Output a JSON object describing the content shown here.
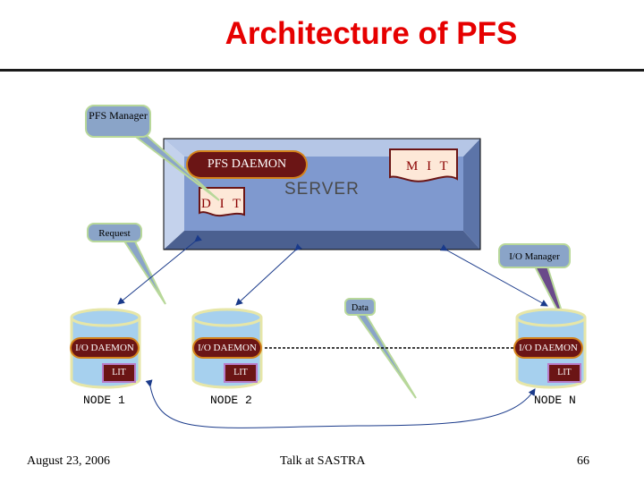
{
  "title": "Architecture of PFS",
  "callouts": {
    "pfs_manager": "PFS Manager",
    "request": "Request",
    "io_manager": "I/O Manager",
    "data": "Data"
  },
  "server": {
    "label": "SERVER",
    "pfs_daemon": "PFS DAEMON",
    "mit": "M I T",
    "dit": "D I T"
  },
  "nodes": [
    {
      "daemon": "I/O DAEMON",
      "lit": "LIT",
      "label": "NODE 1"
    },
    {
      "daemon": "I/O DAEMON",
      "lit": "LIT",
      "label": "NODE 2"
    },
    {
      "daemon": "I/O DAEMON",
      "lit": "LIT",
      "label": "NODE N"
    }
  ],
  "footer": {
    "date": "August 23, 2006",
    "talk": "Talk at SASTRA",
    "page": "66"
  },
  "colors": {
    "title": "#e60000",
    "server_box": "#7f99cf",
    "daemon_fill": "#6b1515",
    "callout_fill": "#8aa4c8",
    "disk_fill": "#a6d0ee",
    "disk_border": "#e6e6a8"
  }
}
